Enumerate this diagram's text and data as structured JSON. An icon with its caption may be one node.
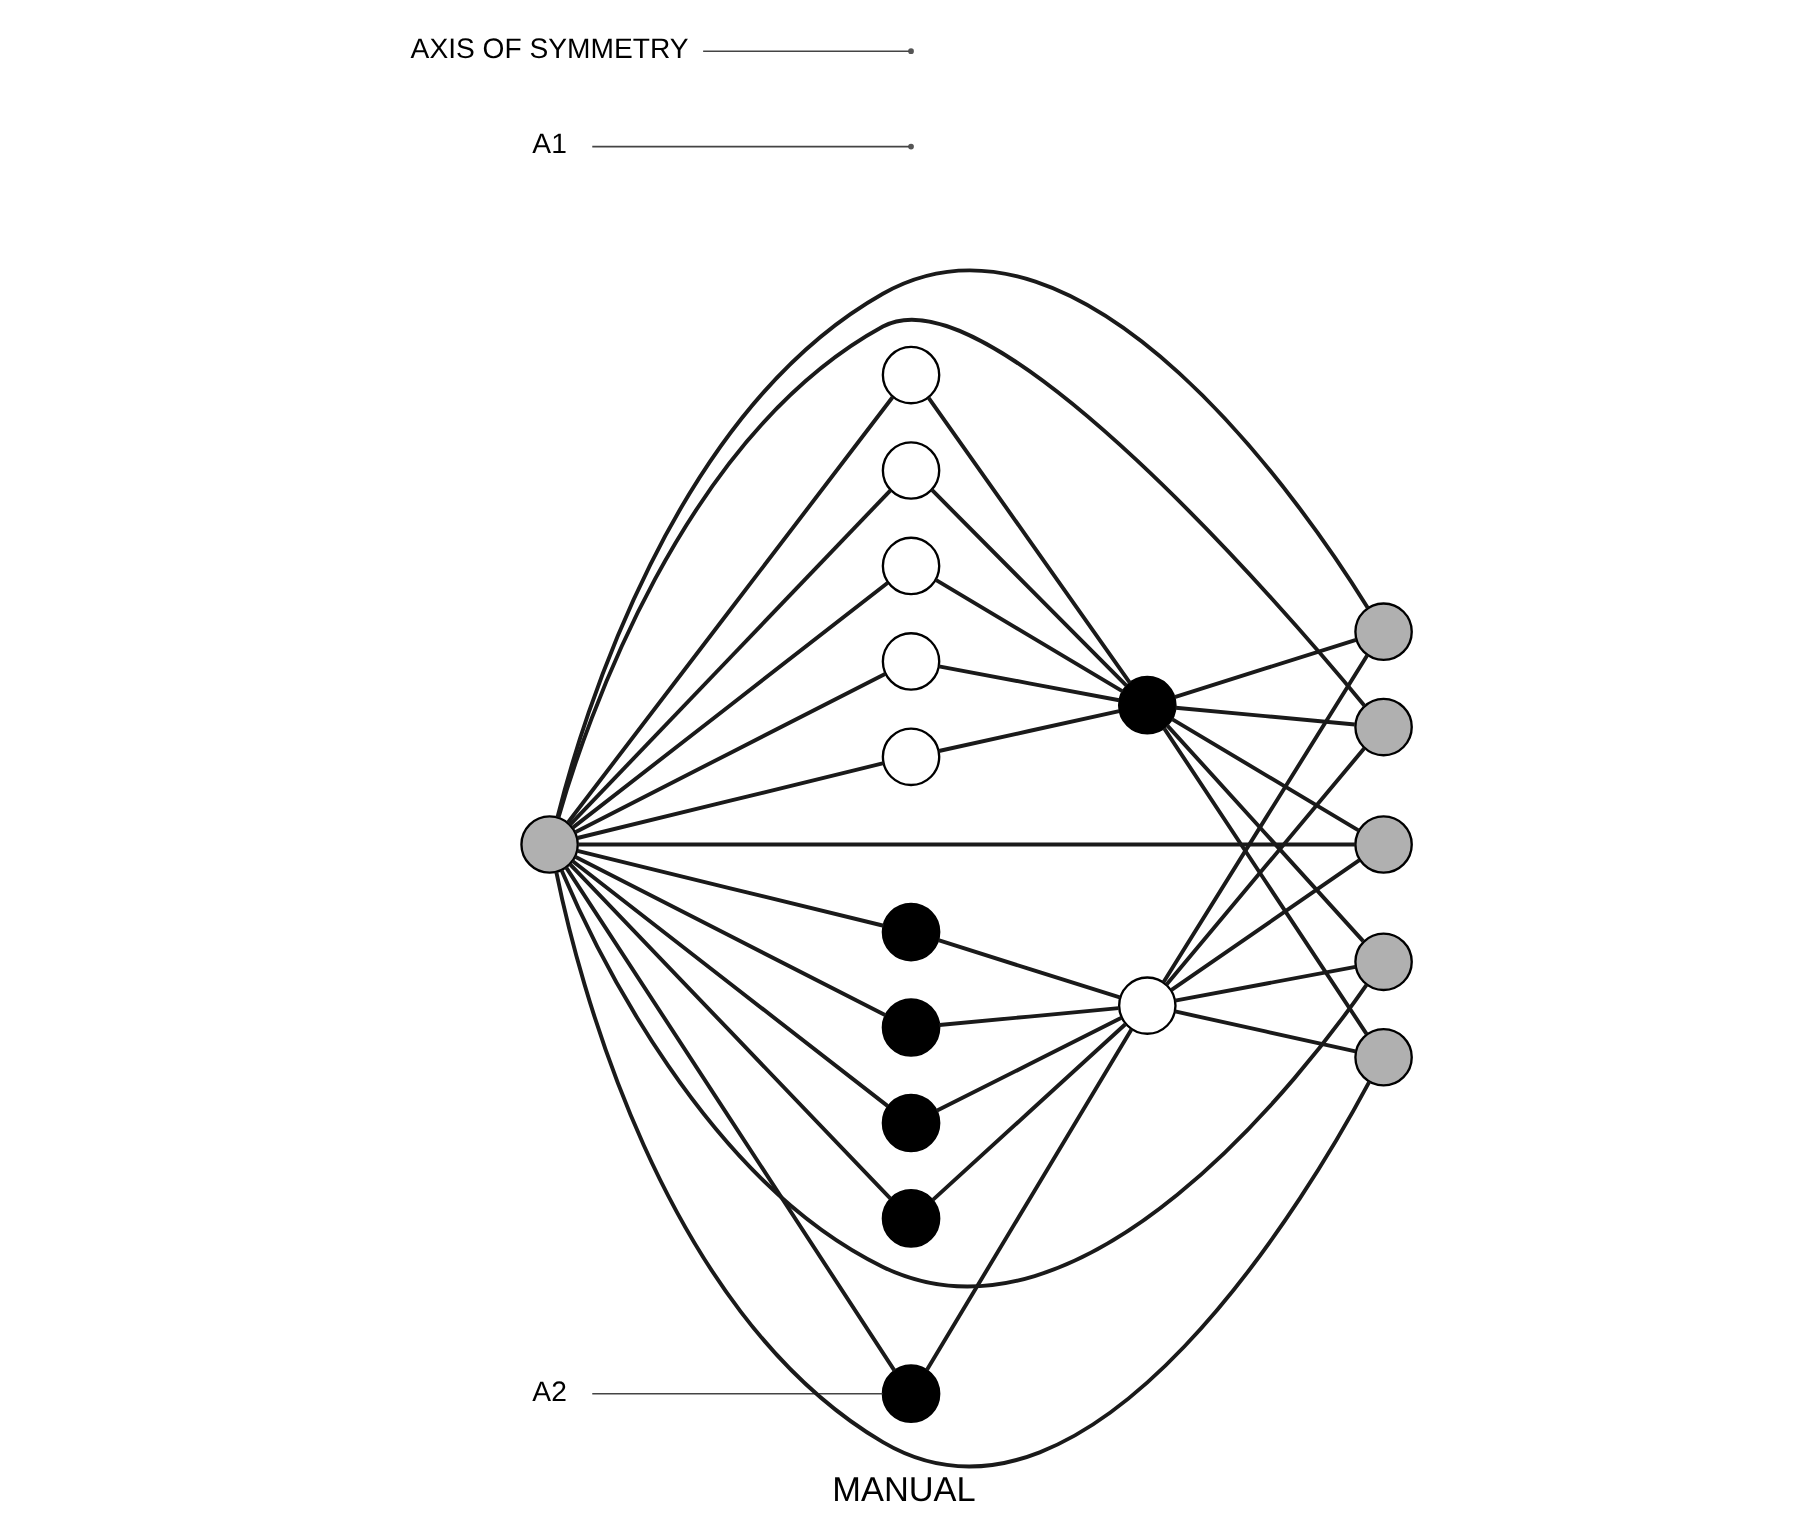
{
  "diagram": {
    "caption": "MANUAL",
    "nodes": [
      {
        "text": [
          "A2"
        ]
      },
      {
        "text": [
          "A1"
        ]
      },
      {
        "text": [
          "AXIS OF SYMMETRY"
        ]
      },
      {
        "text": [],
        "shape": "circle"
      },
      {
        "text": [],
        "shape": "circle"
      },
      {
        "text": [],
        "shape": "circle"
      },
      {
        "text": [],
        "shape": "circle"
      },
      {
        "text": [],
        "shape": "circle"
      },
      {
        "text": [],
        "shape": "circle"
      },
      {
        "text": [],
        "shape": "circle"
      },
      {
        "text": [],
        "shape": "circle"
      },
      {
        "text": [],
        "shape": "circle"
      },
      {
        "text": [],
        "shape": "circle"
      },
      {
        "text": [],
        "shape": "circle"
      },
      {
        "text": [],
        "shape": "circle"
      },
      {
        "text": [],
        "shape": "circle"
      },
      {
        "text": [],
        "shape": "circle"
      },
      {
        "text": [],
        "shape": "circle"
      },
      {
        "text": [],
        "shape": "circle"
      },
      {
        "text": [],
        "shape": "circle"
      },
      {
        "text": [],
        "shape": "circle"
      }
    ],
    "edges": [
      {
        "from": 0,
        "to": 7,
        "arrow": "none"
      },
      {
        "from": 1,
        "to": null,
        "arrow": "none"
      },
      {
        "from": 2,
        "to": null,
        "arrow": "none"
      },
      {
        "from": 9,
        "to": 3,
        "arrow": "none"
      },
      {
        "from": 9,
        "to": 4,
        "arrow": "none"
      },
      {
        "from": 9,
        "to": 5,
        "arrow": "none"
      },
      {
        "from": 9,
        "to": 6,
        "arrow": "none"
      },
      {
        "from": 9,
        "to": 7,
        "arrow": "none"
      },
      {
        "from": 9,
        "to": 10,
        "arrow": "none"
      },
      {
        "from": 9,
        "to": 11,
        "arrow": "none"
      },
      {
        "from": 9,
        "to": 12,
        "arrow": "none"
      },
      {
        "from": 9,
        "to": 13,
        "arrow": "none"
      },
      {
        "from": 9,
        "to": 14,
        "arrow": "none"
      },
      {
        "from": 9,
        "to": 15,
        "arrow": "none"
      },
      {
        "from": 9,
        "to": 16,
        "arrow": "none"
      },
      {
        "from": 9,
        "to": 17,
        "arrow": "none"
      },
      {
        "from": 9,
        "to": 18,
        "arrow": "none"
      },
      {
        "from": 9,
        "to": 19,
        "arrow": "none"
      },
      {
        "from": 3,
        "to": 20,
        "arrow": "none"
      },
      {
        "from": 4,
        "to": 20,
        "arrow": "none"
      },
      {
        "from": 5,
        "to": 20,
        "arrow": "none"
      },
      {
        "from": 6,
        "to": 20,
        "arrow": "none"
      },
      {
        "from": 7,
        "to": 20,
        "arrow": "none"
      },
      {
        "from": 15,
        "to": 8,
        "arrow": "none"
      },
      {
        "from": 16,
        "to": 8,
        "arrow": "none"
      },
      {
        "from": 17,
        "to": 8,
        "arrow": "none"
      },
      {
        "from": 18,
        "to": 8,
        "arrow": "none"
      },
      {
        "from": 19,
        "to": 8,
        "arrow": "none"
      },
      {
        "from": 8,
        "to": 10,
        "arrow": "none"
      },
      {
        "from": 8,
        "to": 11,
        "arrow": "none"
      },
      {
        "from": 8,
        "to": 12,
        "arrow": "none"
      },
      {
        "from": 8,
        "to": 13,
        "arrow": "none"
      },
      {
        "from": 8,
        "to": 14,
        "arrow": "none"
      },
      {
        "from": 20,
        "to": 10,
        "arrow": "none"
      },
      {
        "from": 20,
        "to": 11,
        "arrow": "none"
      },
      {
        "from": 20,
        "to": 12,
        "arrow": "none"
      },
      {
        "from": 20,
        "to": 13,
        "arrow": "none"
      },
      {
        "from": 20,
        "to": 14,
        "arrow": "none"
      }
    ]
  }
}
